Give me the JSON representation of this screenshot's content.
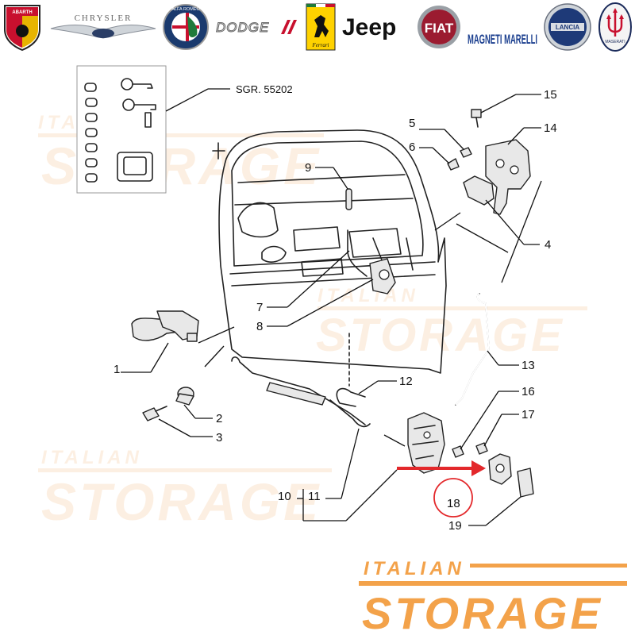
{
  "colors": {
    "watermark_orange": "#f3a24a",
    "watermark_faint": "#fbe3cc",
    "callout_red": "#e3282b",
    "line": "#222222"
  },
  "brands": [
    {
      "name": "ABARTH",
      "icon": "abarth-scorpion-shield-icon"
    },
    {
      "name": "CHRYSLER",
      "icon": "chrysler-wings-icon"
    },
    {
      "name": "ALFA ROMEO",
      "icon": "alfa-romeo-badge-icon"
    },
    {
      "name": "DODGE",
      "icon": "dodge-stripes-icon"
    },
    {
      "name": "Ferrari",
      "icon": "ferrari-horse-icon"
    },
    {
      "name": "Jeep",
      "icon": "jeep-wordmark-icon"
    },
    {
      "name": "FIAT",
      "icon": "fiat-badge-icon"
    },
    {
      "name": "MAGNETI MARELLI",
      "icon": "magneti-marelli-wordmark-icon"
    },
    {
      "name": "LANCIA",
      "icon": "lancia-badge-icon"
    },
    {
      "name": "MASERATI",
      "icon": "maserati-trident-icon"
    }
  ],
  "diagram": {
    "kit_label": "SGR. 55202",
    "part_numbers": [
      "1",
      "2",
      "3",
      "4",
      "5",
      "6",
      "7",
      "8",
      "9",
      "10",
      "11",
      "12",
      "13",
      "14",
      "15",
      "16",
      "17",
      "18",
      "19"
    ]
  },
  "watermark": {
    "small_text": "ITALIAN",
    "big_text": "STORAGE"
  }
}
